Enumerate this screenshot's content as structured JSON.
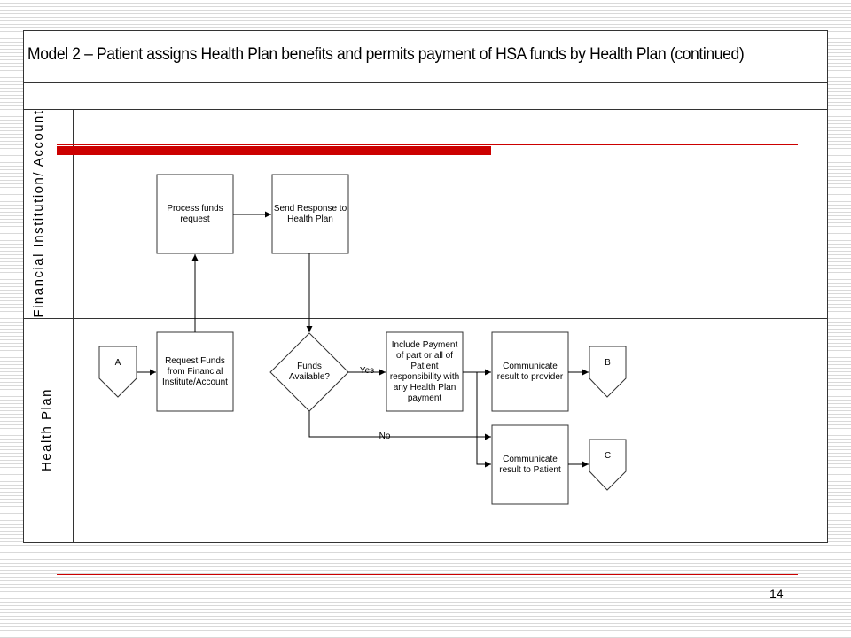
{
  "title": "Model 2 – Patient assigns Health Plan benefits and permits payment of HSA funds by Health Plan (continued)",
  "lanes": {
    "financial": "Financial Institution/\nAccount",
    "health_plan": "Health Plan"
  },
  "nodes": {
    "process_funds": "Process funds\nrequest",
    "send_response": "Send Response to\nHealth Plan",
    "request_funds": "Request Funds\nfrom Financial\nInstitute/Account",
    "funds_available": "Funds\nAvailable?",
    "include_payment": "Include Payment\nof part or all of\nPatient\nresponsibility with\nany Health Plan\npayment",
    "communicate_provider": "Communicate\nresult to provider",
    "communicate_patient": "Communicate\nresult to Patient"
  },
  "connectors": {
    "a": "A",
    "b": "B",
    "c": "C"
  },
  "edges": {
    "yes": "Yes",
    "no": "No"
  },
  "page_number": "14",
  "colors": {
    "accent_red": "#cc0000",
    "stroke": "#333333"
  }
}
